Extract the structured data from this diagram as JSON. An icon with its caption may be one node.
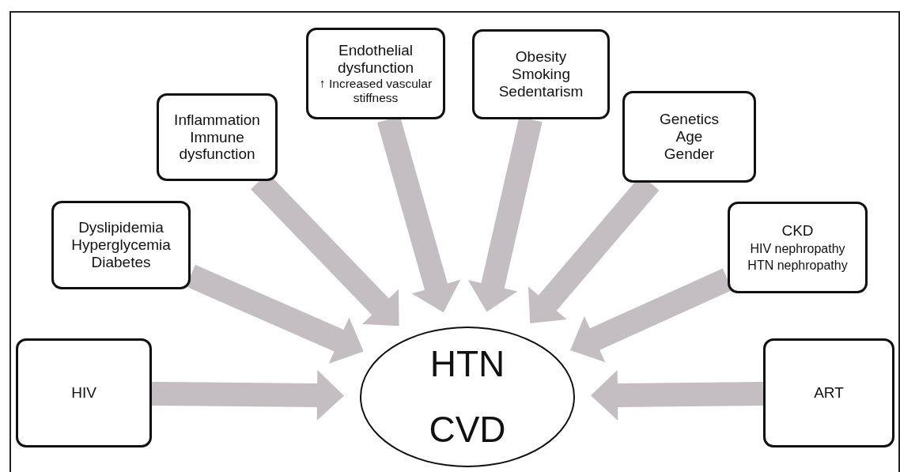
{
  "diagram": {
    "nodes": [
      {
        "text": [
          "HTN",
          "CVD"
        ]
      },
      {
        "text": [
          "HIV"
        ]
      },
      {
        "text": [
          "Dyslipidemia",
          "Hyperglycemia",
          "Diabetes"
        ]
      },
      {
        "text": [
          "Inflammation",
          "Immune dysfunction"
        ]
      },
      {
        "text": [
          "Endothelial dysfunction",
          "↑ Increased vascular stiffness"
        ]
      },
      {
        "text": [
          "Obesity",
          "Smoking",
          "Sedentarism"
        ]
      },
      {
        "text": [
          "Genetics",
          "Age",
          "Gender"
        ]
      },
      {
        "text": [
          "CKD",
          "HIV nephropathy",
          "HTN nephropathy"
        ]
      },
      {
        "text": [
          "ART"
        ]
      }
    ],
    "edges": [
      {
        "from": 1,
        "to": 0,
        "arrow": "to"
      },
      {
        "from": 2,
        "to": 0,
        "arrow": "to"
      },
      {
        "from": 3,
        "to": 0,
        "arrow": "to"
      },
      {
        "from": 4,
        "to": 0,
        "arrow": "to"
      },
      {
        "from": 5,
        "to": 0,
        "arrow": "to"
      },
      {
        "from": 6,
        "to": 0,
        "arrow": "to"
      },
      {
        "from": 7,
        "to": 0,
        "arrow": "to"
      },
      {
        "from": 8,
        "to": 0,
        "arrow": "to"
      }
    ]
  }
}
